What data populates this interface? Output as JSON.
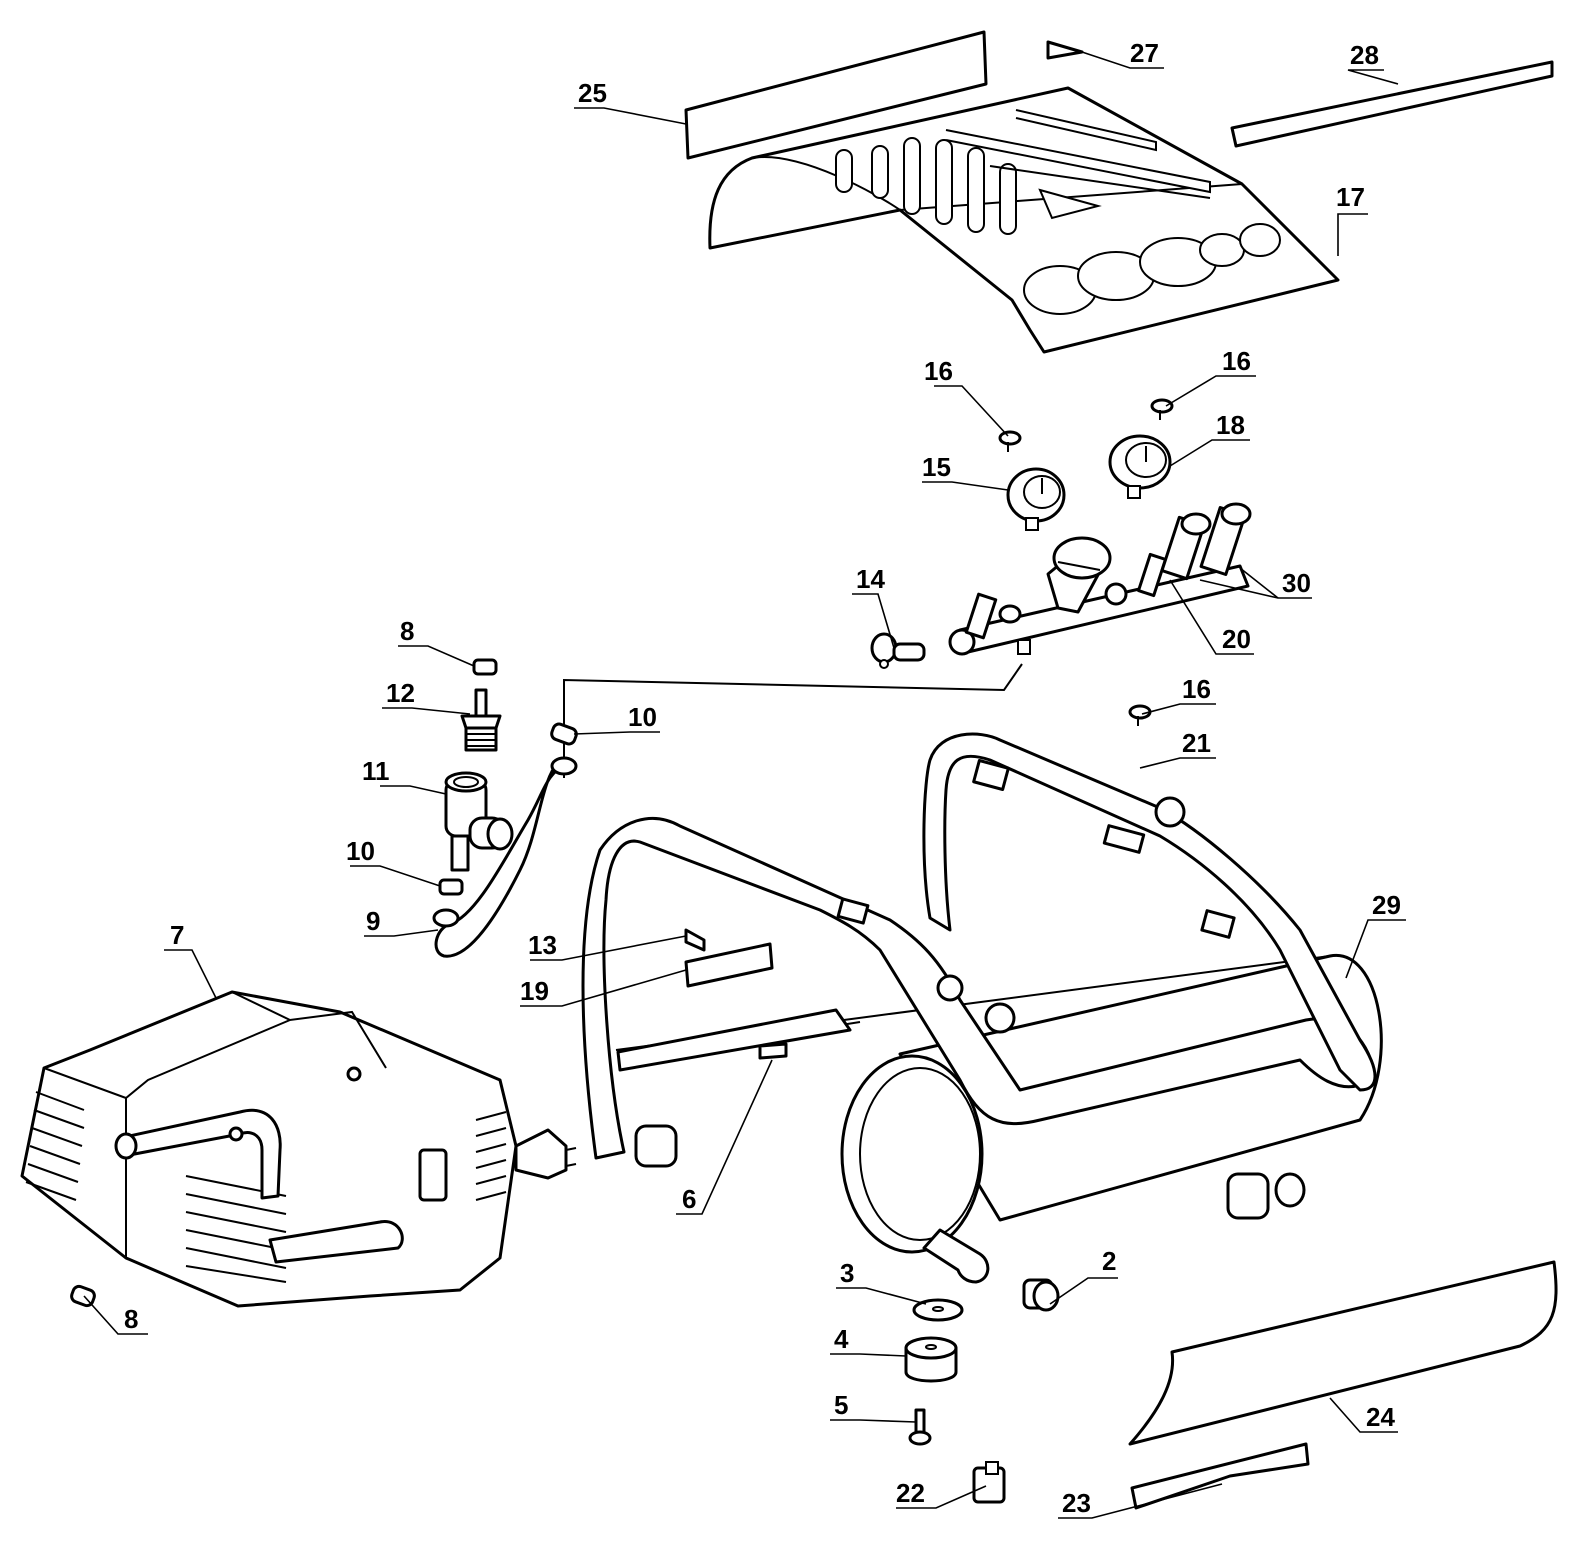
{
  "diagram": {
    "colors": {
      "ink": "#000000",
      "paper": "#ffffff"
    },
    "callouts": [
      {
        "id": "c2",
        "text": "2"
      },
      {
        "id": "c3",
        "text": "3"
      },
      {
        "id": "c4",
        "text": "4"
      },
      {
        "id": "c5",
        "text": "5"
      },
      {
        "id": "c6",
        "text": "6"
      },
      {
        "id": "c7",
        "text": "7"
      },
      {
        "id": "c8a",
        "text": "8"
      },
      {
        "id": "c8b",
        "text": "8"
      },
      {
        "id": "c9",
        "text": "9"
      },
      {
        "id": "c10a",
        "text": "10"
      },
      {
        "id": "c10b",
        "text": "10"
      },
      {
        "id": "c11",
        "text": "11"
      },
      {
        "id": "c12",
        "text": "12"
      },
      {
        "id": "c13",
        "text": "13"
      },
      {
        "id": "c14",
        "text": "14"
      },
      {
        "id": "c15",
        "text": "15"
      },
      {
        "id": "c16a",
        "text": "16"
      },
      {
        "id": "c16b",
        "text": "16"
      },
      {
        "id": "c16c",
        "text": "16"
      },
      {
        "id": "c17",
        "text": "17"
      },
      {
        "id": "c18",
        "text": "18"
      },
      {
        "id": "c19",
        "text": "19"
      },
      {
        "id": "c20",
        "text": "20"
      },
      {
        "id": "c21",
        "text": "21"
      },
      {
        "id": "c22",
        "text": "22"
      },
      {
        "id": "c23",
        "text": "23"
      },
      {
        "id": "c24",
        "text": "24"
      },
      {
        "id": "c25",
        "text": "25"
      },
      {
        "id": "c27",
        "text": "27"
      },
      {
        "id": "c28",
        "text": "28"
      },
      {
        "id": "c29",
        "text": "29"
      },
      {
        "id": "c30",
        "text": "30"
      }
    ]
  }
}
